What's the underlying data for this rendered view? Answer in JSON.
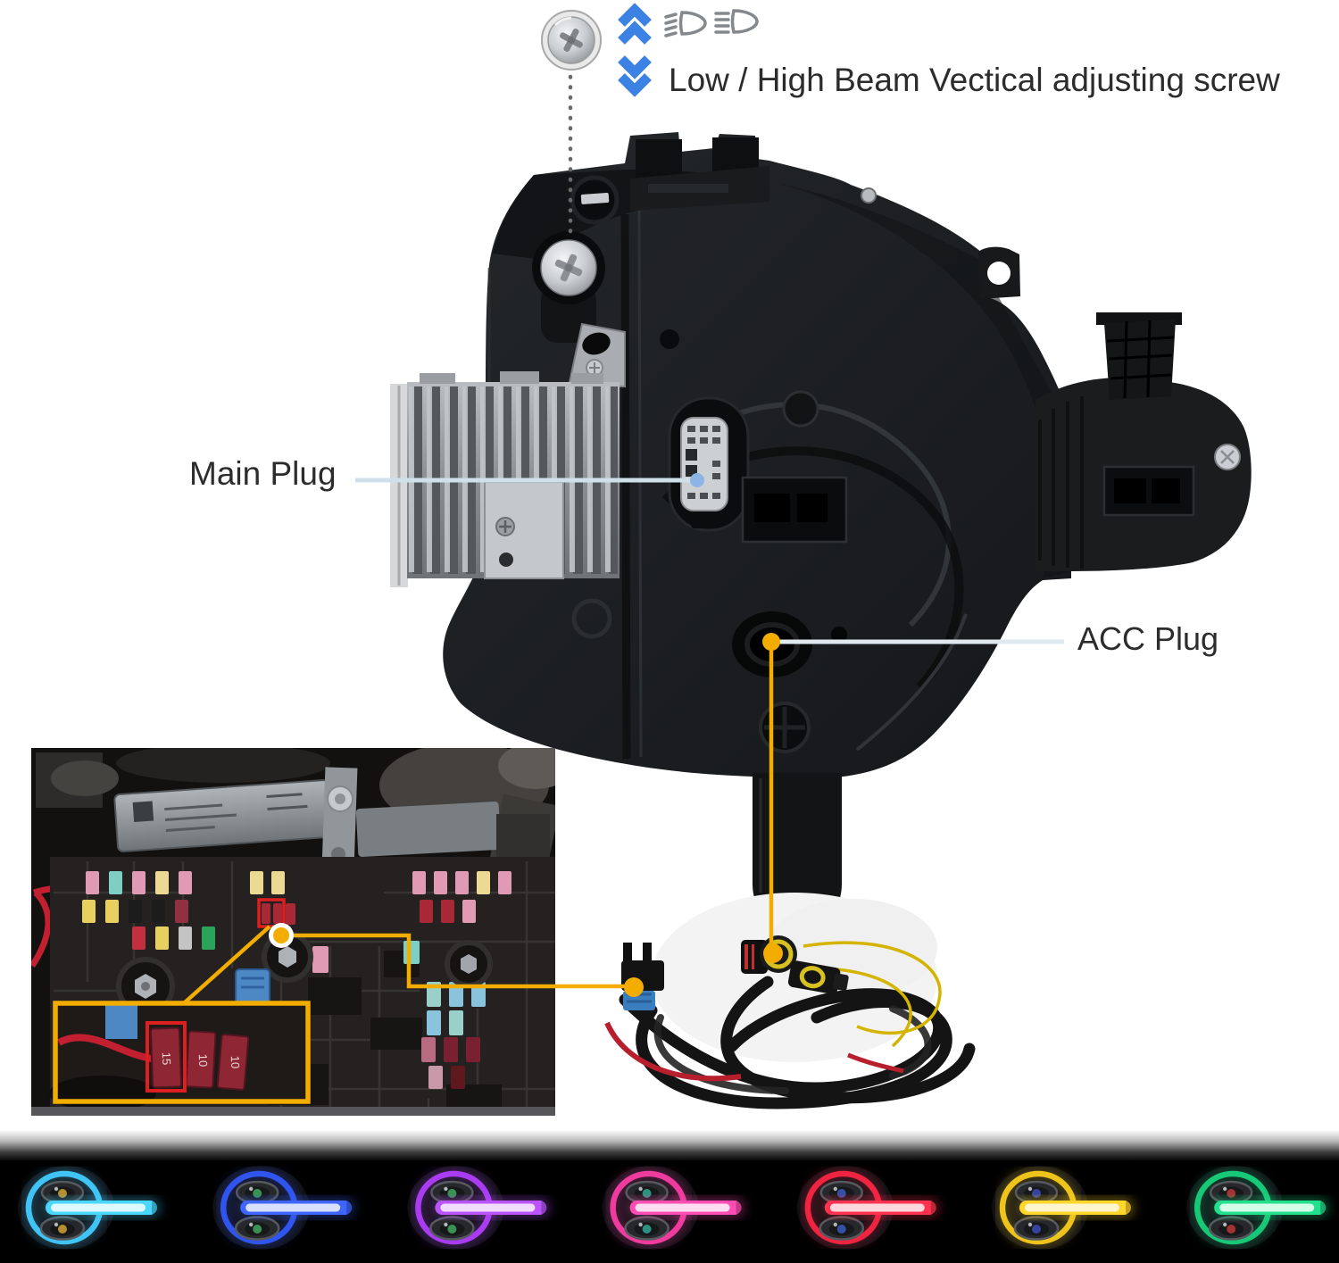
{
  "page": {
    "type": "automotive-headlight-product-diagram"
  },
  "labels": {
    "adjusting_screw": "Low / High Beam Vectical adjusting screw",
    "main_plug": "Main Plug",
    "acc_plug": "ACC Plug"
  },
  "fuse_photo": {
    "inset_fuse_labels": [
      "15",
      "10",
      "10"
    ]
  },
  "colors": {
    "accent-yellow": "#f2ad00",
    "annotation-red": "#dd1f1f",
    "line-white": "#dfe9f0",
    "line-blue": "#cfe0ea",
    "dot-blue": "#8cb4e4",
    "chevron-blue": "#3c82e4",
    "icon-gray": "#85898d",
    "text-dark": "#2c2c2c",
    "strip-black": "#000000"
  },
  "drl_colors": [
    {
      "name": "ice-blue",
      "ring": "#3fc4f5",
      "bar": "#49d6ff",
      "core": "#e6fbff",
      "lens": "#c79b32"
    },
    {
      "name": "blue",
      "ring": "#2f55ee",
      "bar": "#3e66ff",
      "core": "#dfe8ff",
      "lens": "#3f9e5a"
    },
    {
      "name": "purple",
      "ring": "#a93cf0",
      "bar": "#bb54ff",
      "core": "#f3e4ff",
      "lens": "#3f9e5a"
    },
    {
      "name": "pink",
      "ring": "#ef3a9e",
      "bar": "#ff4db4",
      "core": "#ffe4f4",
      "lens": "#2f9e8e"
    },
    {
      "name": "red",
      "ring": "#ee2440",
      "bar": "#ff3350",
      "core": "#ffe2e6",
      "lens": "#3a55b4"
    },
    {
      "name": "yellow",
      "ring": "#eec31c",
      "bar": "#ffd62a",
      "core": "#fff7d8",
      "lens": "#3a49ac"
    },
    {
      "name": "green",
      "ring": "#17c877",
      "bar": "#22e08c",
      "core": "#deffee",
      "lens": "#b03636"
    }
  ]
}
